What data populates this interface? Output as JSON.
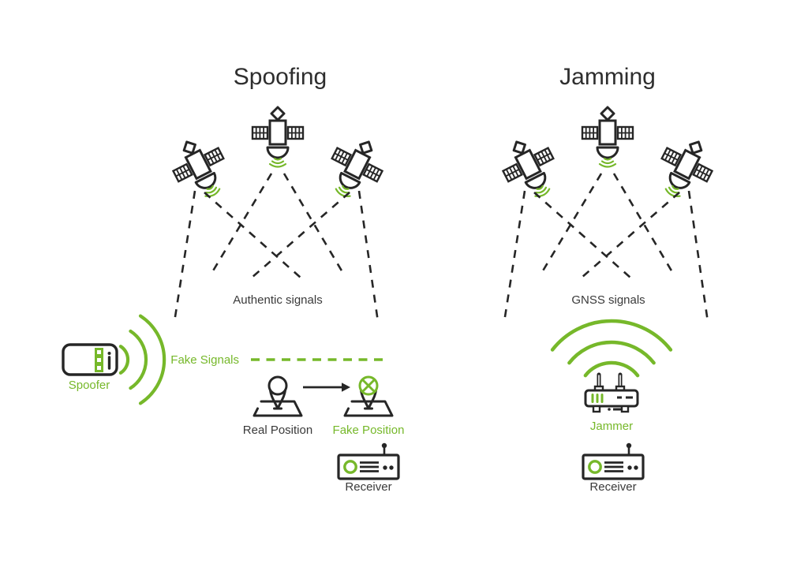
{
  "titles": {
    "left": "Spoofing",
    "right": "Jamming"
  },
  "spoofing": {
    "signals_label": "Authentic signals",
    "fake_signals_label": "Fake Signals",
    "spoofer_label": "Spoofer",
    "real_position_label": "Real Position",
    "fake_position_label": "Fake Position",
    "receiver_label": "Receiver"
  },
  "jamming": {
    "signals_label": "GNSS signals",
    "jammer_label": "Jammer",
    "receiver_label": "Receiver"
  },
  "icons": {
    "satellite": "satellite-icon",
    "wifi_waves": "wifi-waves-icon",
    "spoofer_device": "spoofer-device-icon",
    "jammer_device": "jammer-device-icon",
    "receiver_device": "receiver-device-icon",
    "map_pin": "map-pin-icon",
    "arrow": "arrow-right-icon"
  },
  "colors": {
    "accent_green": "#76b82a",
    "line_ink": "#262626",
    "text": "#3a3a3a"
  }
}
